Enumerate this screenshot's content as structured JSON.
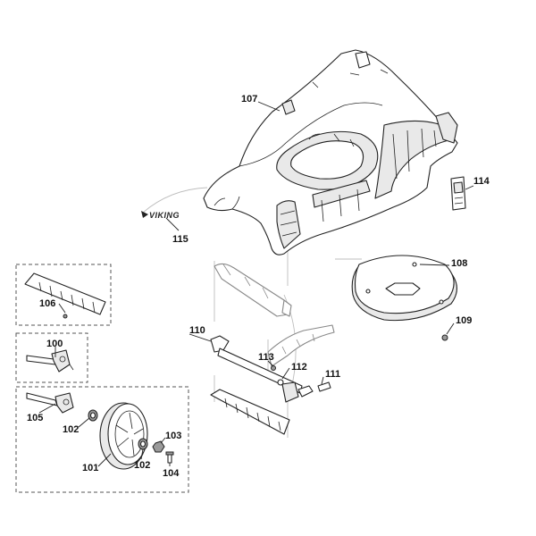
{
  "brand_logo": "VIKING",
  "labels": [
    {
      "id": "107",
      "text": "107"
    },
    {
      "id": "114",
      "text": "114"
    },
    {
      "id": "115",
      "text": "115"
    },
    {
      "id": "108",
      "text": "108"
    },
    {
      "id": "109",
      "text": "109"
    },
    {
      "id": "106",
      "text": "106"
    },
    {
      "id": "100",
      "text": "100"
    },
    {
      "id": "110",
      "text": "110"
    },
    {
      "id": "113",
      "text": "113"
    },
    {
      "id": "112",
      "text": "112"
    },
    {
      "id": "111",
      "text": "111"
    },
    {
      "id": "105",
      "text": "105"
    },
    {
      "id": "102a",
      "text": "102"
    },
    {
      "id": "103",
      "text": "103"
    },
    {
      "id": "101",
      "text": "101"
    },
    {
      "id": "102b",
      "text": "102"
    },
    {
      "id": "104",
      "text": "104"
    }
  ]
}
